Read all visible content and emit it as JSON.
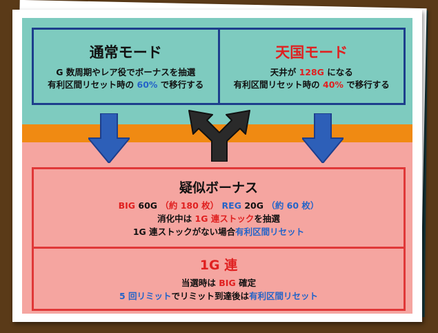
{
  "normal_mode": {
    "title": "通常モード",
    "line1": "G 数周期やレア役でボーナスを抽選",
    "line2_pre": "有利区間リセット時の ",
    "line2_pct": "60%",
    "line2_post": " で移行する"
  },
  "heaven_mode": {
    "title": "天国モード",
    "line1_pre": "天井が ",
    "line1_val": "128G",
    "line1_post": " になる",
    "line2_pre": "有利区間リセット時の ",
    "line2_pct": "40%",
    "line2_post": " で移行する"
  },
  "pseudo_bonus": {
    "title": "疑似ボーナス",
    "big_label": "BIG",
    "big_games": " 60G ",
    "big_count": "（約 180 枚）",
    "reg_label": "REG",
    "reg_games": " 20G ",
    "reg_count": "（約 60 枚）",
    "line2_pre": "消化中は ",
    "line2_hl": "1G 連ストック",
    "line2_post": "を抽選",
    "line3_pre": "1G 連ストックがない場合",
    "line3_hl": "有利区間リセット"
  },
  "one_g_ren": {
    "title": "1G 連",
    "line1_pre": "当選時は ",
    "line1_hl": "BIG",
    "line1_post": " 確定",
    "line2_hl1": "5 回リミット",
    "line2_mid": "でリミット到達後は",
    "line2_hl2": "有利区間リセット"
  },
  "colors": {
    "teal_bg": "#7ecbbf",
    "orange": "#f08a12",
    "pink_bg": "#f5a5a0",
    "blue_border": "#1d3e8c",
    "red_border": "#e03838",
    "red_text": "#e02020",
    "blue_text": "#2464c8"
  }
}
